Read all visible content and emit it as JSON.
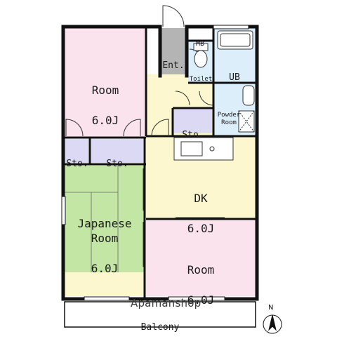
{
  "floorplan": {
    "rooms": {
      "room_nw": {
        "name": "Room",
        "size": "6.0J"
      },
      "entrance": {
        "name": "Ent."
      },
      "mb": {
        "name": "MB"
      },
      "toilet": {
        "name": "Toilet"
      },
      "ub": {
        "name": "UB"
      },
      "powder_room": {
        "name": "Powder\nRoom"
      },
      "storage_hall": {
        "name": "Sto."
      },
      "storage_left": {
        "name": "Sto."
      },
      "storage_mid": {
        "name": "Sto."
      },
      "dk": {
        "name": "DK",
        "size": "6.0J"
      },
      "japanese_room": {
        "name": "Japanese\nRoom",
        "size": "6.0J"
      },
      "room_se": {
        "name": "Room",
        "size": "6.0J"
      },
      "balcony": {
        "name": "Balcony"
      }
    },
    "compass": {
      "label": "N"
    },
    "watermark": "Apamanshop",
    "colors": {
      "pink": "#fbe3ee",
      "cream": "#fdf7d0",
      "green": "#c3e6a4",
      "lavender": "#dcd9f5",
      "light_blue": "#ddeefb",
      "gray": "#b4b4b4",
      "wall": "#111111"
    }
  }
}
